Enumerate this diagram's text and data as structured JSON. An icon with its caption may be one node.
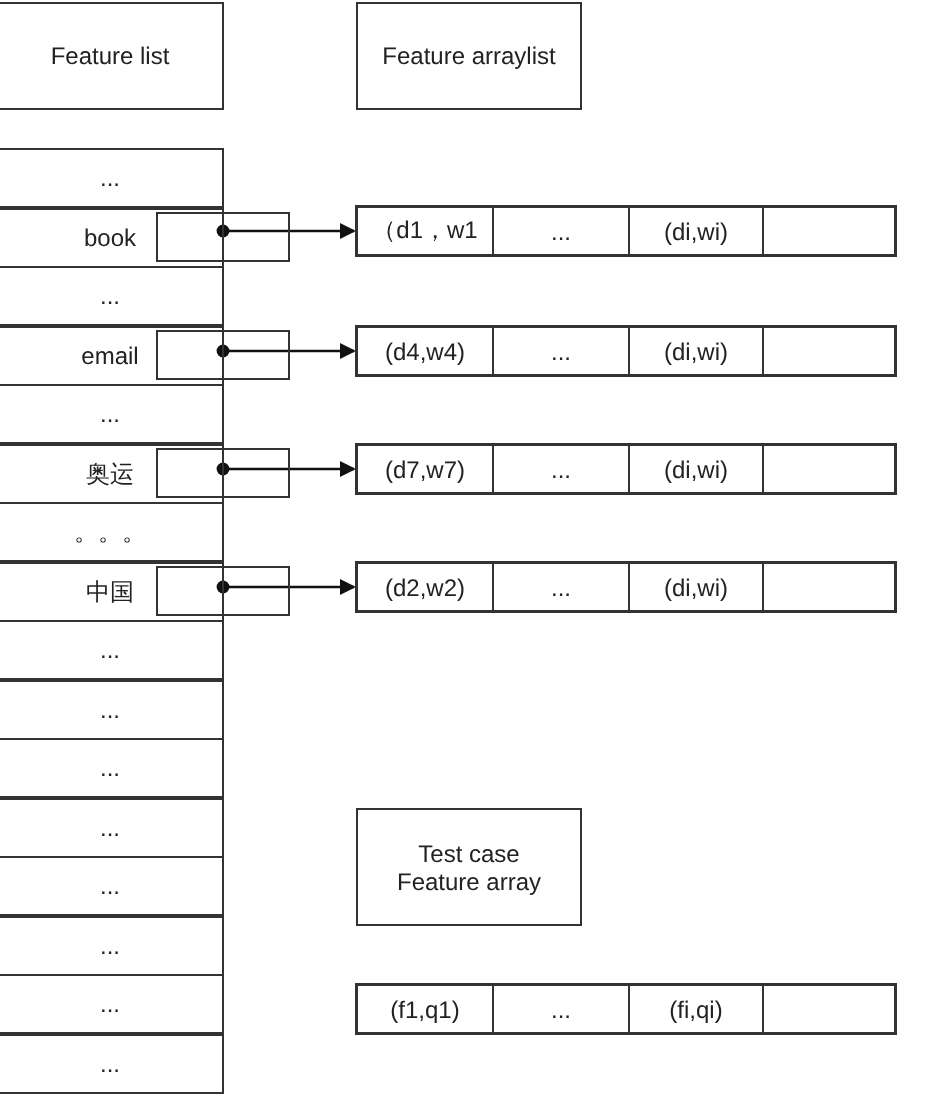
{
  "diagram": {
    "nodes": [
      {
        "text": [
          "Feature list"
        ]
      },
      {
        "text": [
          "Feature arraylist"
        ]
      },
      {
        "text": [
          "..."
        ]
      },
      {
        "text": [
          "book"
        ]
      },
      {
        "text": [
          "..."
        ]
      },
      {
        "text": [
          "email"
        ]
      },
      {
        "text": [
          "..."
        ]
      },
      {
        "text": [
          "奥运"
        ]
      },
      {
        "text": [
          "。。。"
        ]
      },
      {
        "text": [
          "中国"
        ]
      },
      {
        "text": [
          "..."
        ]
      },
      {
        "text": [
          "..."
        ]
      },
      {
        "text": [
          "..."
        ]
      },
      {
        "text": [
          "..."
        ]
      },
      {
        "text": [
          "..."
        ]
      },
      {
        "text": [
          "..."
        ]
      },
      {
        "text": [
          "..."
        ]
      },
      {
        "text": [
          "..."
        ]
      },
      {
        "text": [],
        "shape": "box"
      },
      {
        "text": [],
        "shape": "box"
      },
      {
        "text": [],
        "shape": "box"
      },
      {
        "text": [],
        "shape": "box"
      },
      {
        "text": [],
        "shape": "bar"
      },
      {
        "text": [
          "（d1，w1"
        ],
        "in": 22
      },
      {
        "text": [
          "..."
        ],
        "in": 22
      },
      {
        "text": [
          "(di,wi)"
        ],
        "in": 22
      },
      {
        "text": [],
        "shape": "box",
        "in": 22
      },
      {
        "text": [],
        "shape": "bar"
      },
      {
        "text": [
          "(d4,w4)"
        ],
        "in": 27
      },
      {
        "text": [
          "..."
        ],
        "in": 27
      },
      {
        "text": [
          "(di,wi)"
        ],
        "in": 27
      },
      {
        "text": [],
        "shape": "box",
        "in": 27
      },
      {
        "text": [],
        "shape": "bar"
      },
      {
        "text": [
          "(d7,w7)"
        ],
        "in": 32
      },
      {
        "text": [
          "..."
        ],
        "in": 32
      },
      {
        "text": [
          "(di,wi)"
        ],
        "in": 32
      },
      {
        "text": [],
        "shape": "box",
        "in": 32
      },
      {
        "text": [],
        "shape": "bar"
      },
      {
        "text": [
          "(d2,w2)"
        ],
        "in": 37
      },
      {
        "text": [
          "..."
        ],
        "in": 37
      },
      {
        "text": [
          "(di,wi)"
        ],
        "in": 37
      },
      {
        "text": [],
        "shape": "box",
        "in": 37
      },
      {
        "text": [
          "Test case Feature array"
        ]
      },
      {
        "text": [],
        "shape": "bar"
      },
      {
        "text": [
          "(f1,q1)"
        ],
        "in": 43
      },
      {
        "text": [
          "..."
        ],
        "in": 43
      },
      {
        "text": [
          "(fi,qi)"
        ],
        "in": 43
      },
      {
        "text": [],
        "shape": "box",
        "in": 43
      }
    ],
    "edges": [
      {
        "from": 18,
        "to": 22,
        "arrow": "to"
      },
      {
        "from": 19,
        "to": 27,
        "arrow": "to"
      },
      {
        "from": 20,
        "to": 32,
        "arrow": "to"
      },
      {
        "from": 21,
        "to": 37,
        "arrow": "to"
      }
    ]
  }
}
